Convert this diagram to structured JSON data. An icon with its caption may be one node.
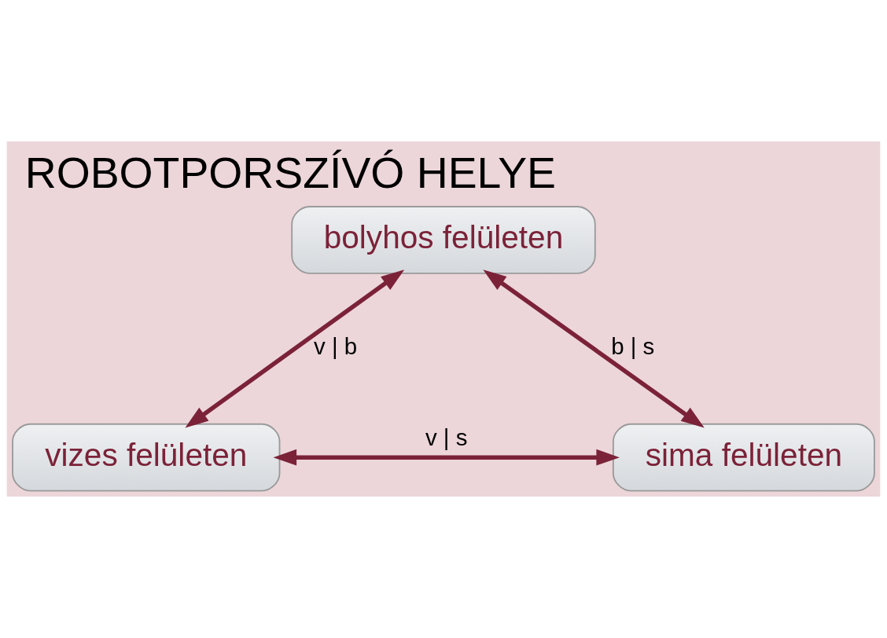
{
  "diagram": {
    "title": "ROBOTPORSZÍVÓ HELYE",
    "nodes": [
      {
        "text": [
          "bolyhos felületen"
        ]
      },
      {
        "text": [
          "vizes felületen"
        ]
      },
      {
        "text": [
          "sima felületen"
        ]
      }
    ],
    "edges": [
      {
        "from": 1,
        "to": 0,
        "arrow": "both",
        "label": "v | b"
      },
      {
        "from": 0,
        "to": 2,
        "arrow": "both",
        "label": "b | s"
      },
      {
        "from": 1,
        "to": 2,
        "arrow": "both",
        "label": "v | s"
      }
    ]
  }
}
